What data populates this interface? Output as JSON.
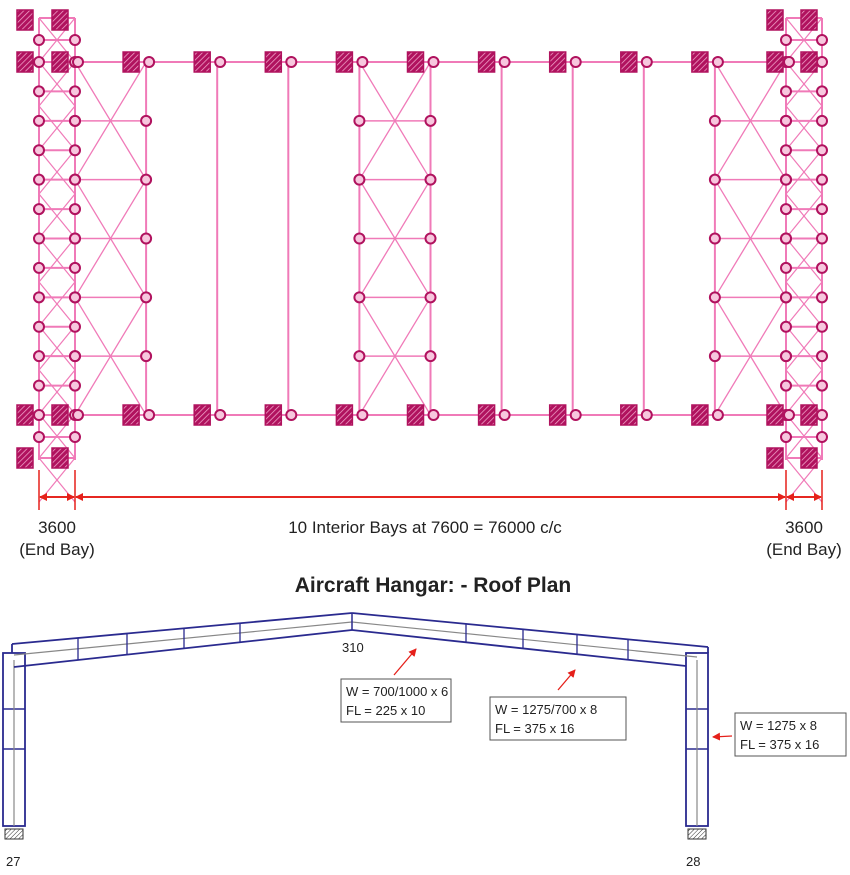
{
  "plan": {
    "title": "Aircraft Hangar: - Roof Plan",
    "interior_bays": 10,
    "braced_interior_bays": [
      1,
      5,
      10
    ],
    "dimensions": {
      "left_end": "3600",
      "left_end_note": "(End Bay)",
      "middle": "10 Interior Bays at 7600 = 76000 c/c",
      "right_end": "3600",
      "right_end_note": "(End Bay)"
    }
  },
  "elevation": {
    "node_left": "27",
    "node_right": "28",
    "node_ridge": "310",
    "callouts": [
      {
        "line1": "W = 700/1000 x 6",
        "line2": "FL = 225 x 10"
      },
      {
        "line1": "W = 1275/700 x 8",
        "line2": "FL = 375 x 16"
      },
      {
        "line1": "W = 1275 x 8",
        "line2": "FL = 375 x 16"
      }
    ]
  },
  "colors": {
    "plan": "#f07ab8",
    "plan_dark": "#b0125e",
    "frame": "#2a2a8f",
    "centerline": "#888888",
    "dimension": "#e5201a"
  }
}
